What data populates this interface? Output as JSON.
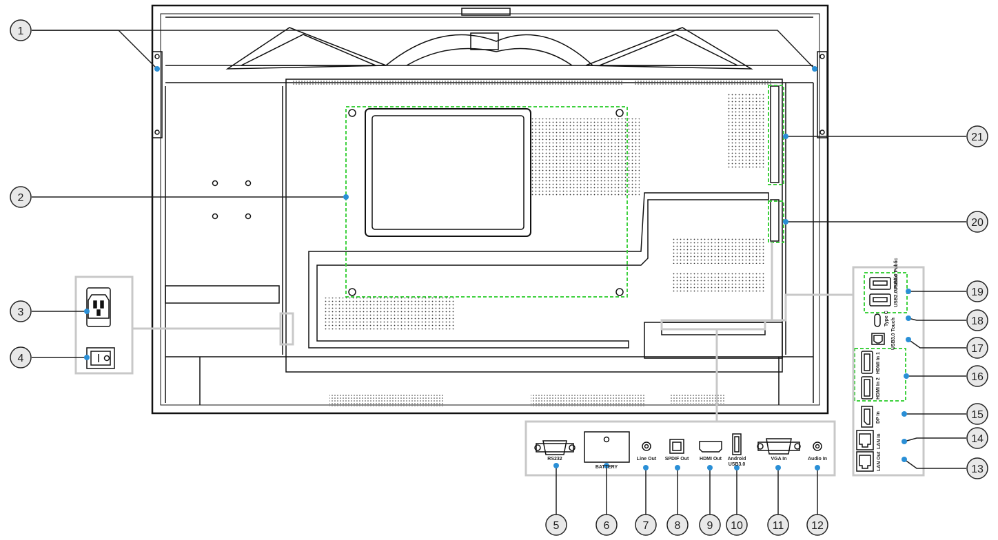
{
  "callouts": [
    "1",
    "2",
    "3",
    "4",
    "5",
    "6",
    "7",
    "8",
    "9",
    "10",
    "11",
    "12",
    "13",
    "14",
    "15",
    "16",
    "17",
    "18",
    "19",
    "20",
    "21"
  ],
  "bottom_labels": {
    "rs232": "RS232",
    "battery": "BATTERY",
    "line_out": "Line Out",
    "spdif_out": "SPDIF Out",
    "hdmi_out": "HDMI Out",
    "android_1": "Android",
    "android_2": "USB3.0",
    "vga_in": "VGA In",
    "audio_in": "Audio In"
  },
  "side_labels": {
    "usb30_public": "USB3.0 Public",
    "usb20_public": "USB2.0 Public",
    "type_c": "Type C",
    "usb30_touch": "USB3.0 Touch",
    "hdmi_in_1": "HDMI In 1",
    "hdmi_in_2": "HDMI In 2",
    "dp_in": "DP In",
    "lan_in": "LAN In",
    "lan_out": "LAN Out"
  },
  "colors": {
    "callout_line": "#2a8fd6",
    "highlight_green": "#3fd13f",
    "panel_outline": "#111111",
    "box_gray": "#c8c8c8"
  }
}
